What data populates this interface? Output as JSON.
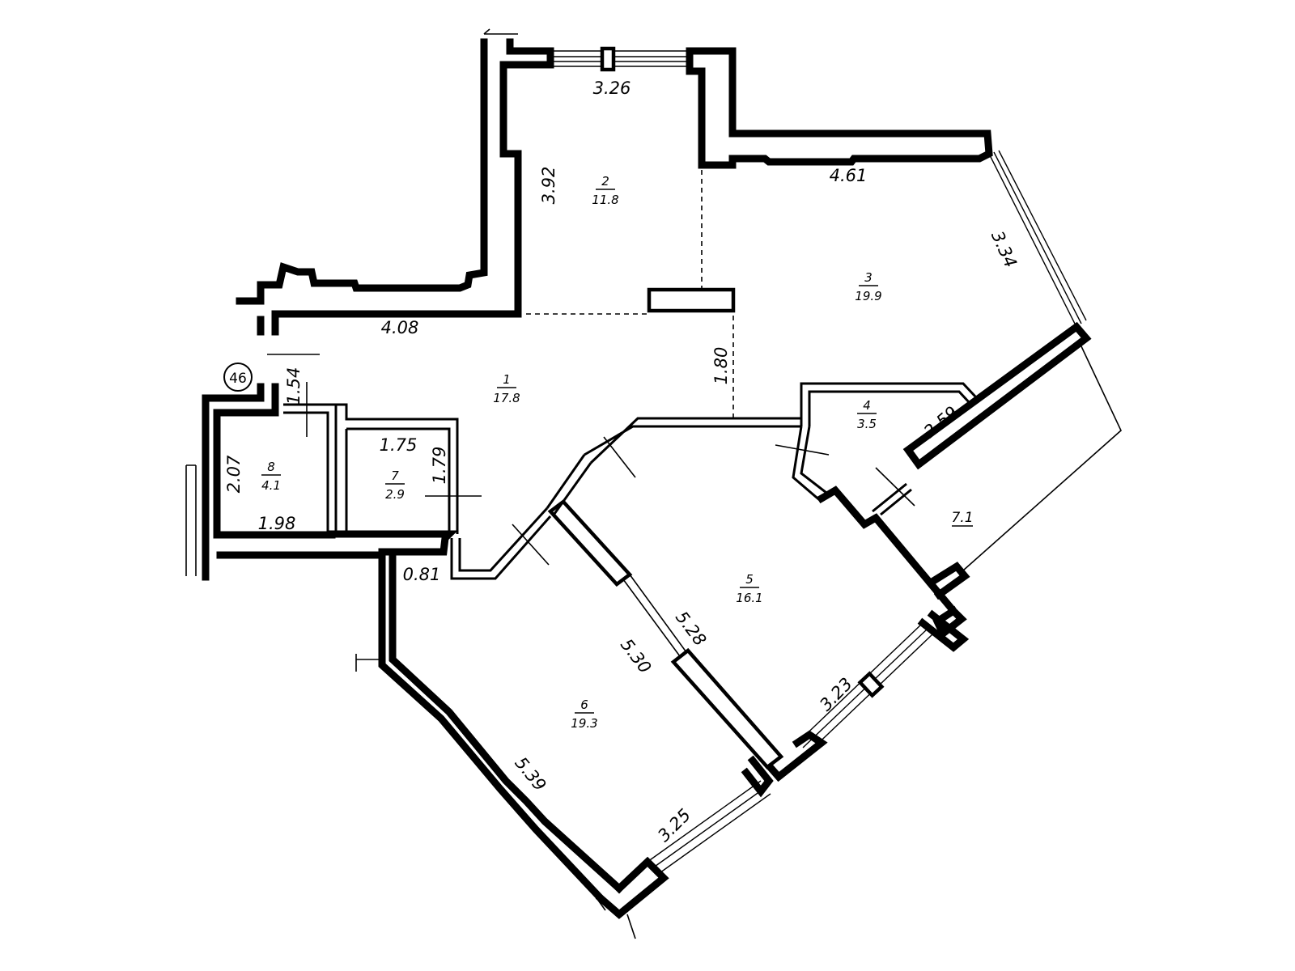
{
  "plan": {
    "axis_marker": "46",
    "rooms": [
      {
        "id": "room-1",
        "number": "1",
        "area": "17.8"
      },
      {
        "id": "room-2",
        "number": "2",
        "area": "11.8"
      },
      {
        "id": "room-3",
        "number": "3",
        "area": "19.9"
      },
      {
        "id": "room-4",
        "number": "4",
        "area": "3.5"
      },
      {
        "id": "room-5",
        "number": "5",
        "area": "16.1"
      },
      {
        "id": "room-6",
        "number": "6",
        "area": "19.3"
      },
      {
        "id": "room-7",
        "number": "7",
        "area": "2.9"
      },
      {
        "id": "room-8",
        "number": "8",
        "area": "4.1"
      }
    ],
    "balcony_area": "7.1",
    "dimensions": [
      "3.26",
      "3.92",
      "4.61",
      "3.34",
      "4.08",
      "1.80",
      "1.54",
      "2.59",
      "1.75",
      "1.79",
      "2.07",
      "1.98",
      "0.81",
      "5.28",
      "5.30",
      "3.23",
      "5.39",
      "3.25"
    ]
  }
}
